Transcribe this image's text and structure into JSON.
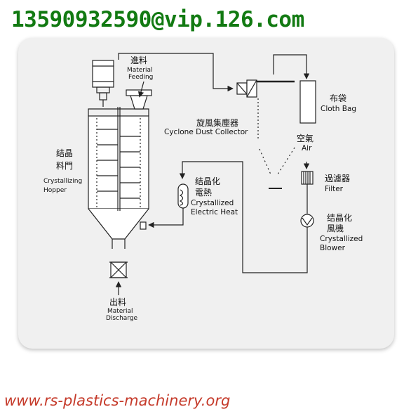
{
  "header": {
    "email": "13590932590@vip.126.com"
  },
  "footer": {
    "url": "www.rs-plastics-machinery.org"
  },
  "labels": {
    "feed_cn": "進料",
    "feed_en1": "Material",
    "feed_en2": "Feeding",
    "hopper_cn1": "结晶",
    "hopper_cn2": "料門",
    "hopper_en1": "Crystallizing",
    "hopper_en2": "Hopper",
    "cyclone_cn": "旋風集塵器",
    "cyclone_en": "Cyclone Dust Collector",
    "clothbag_cn": "布袋",
    "clothbag_en": "Cloth Bag",
    "air_cn": "空氣",
    "air_en": "Air",
    "filter_cn": "過濾器",
    "filter_en": "Filter",
    "heat_cn1": "结晶化",
    "heat_cn2": "電熱",
    "heat_en1": "Crystallized",
    "heat_en2": "Electric Heat",
    "blower_cn1": "结晶化",
    "blower_cn2": "風機",
    "blower_en1": "Crystallized",
    "blower_en2": "Blower",
    "discharge_cn": "出料",
    "discharge_en1": "Material",
    "discharge_en2": "Discharge"
  },
  "colors": {
    "email": "#127a12",
    "url": "#c53a2a",
    "line": "#222222"
  }
}
